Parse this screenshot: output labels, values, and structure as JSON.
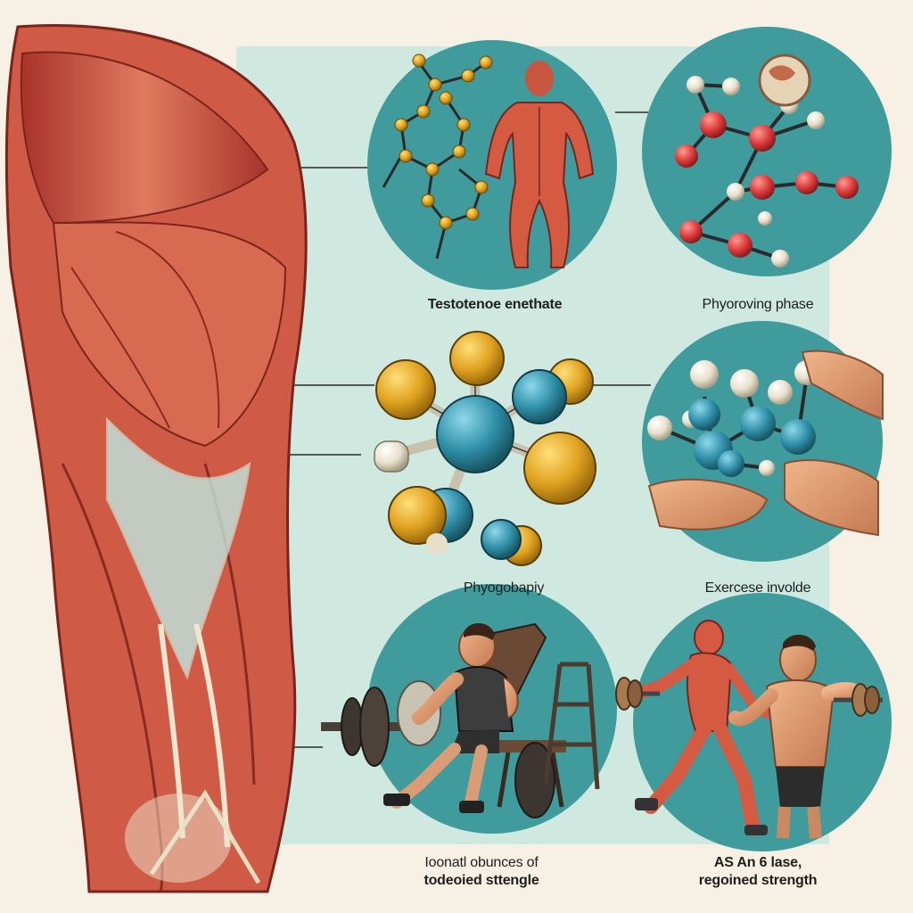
{
  "diagram": {
    "captions": {
      "testosterone": "Testotenoe enethate",
      "phase": "Phyoroving phase",
      "physio": "Phyogobapiy",
      "exercise": "Exercese involde",
      "outcome_left": [
        "Ioonatl obunces of",
        "todeoied sttengle"
      ],
      "outcome_right": [
        "AS An 6 lase,",
        "regoined strength"
      ]
    },
    "illustrations": [
      "muscular-leg",
      "molecule-with-muscle-figure",
      "red-molecule",
      "central-molecule",
      "hand-held-molecule",
      "man-lifting-weights",
      "two-men-training"
    ],
    "colors": {
      "background": "#f6f1e4",
      "panel": "#cfe8e0",
      "circle": "#3f9b9c",
      "muscle": "#cf5a45",
      "gold_atom": "#e0a21f",
      "teal_atom": "#2f8fa8",
      "red_atom": "#dc3a3a"
    }
  }
}
